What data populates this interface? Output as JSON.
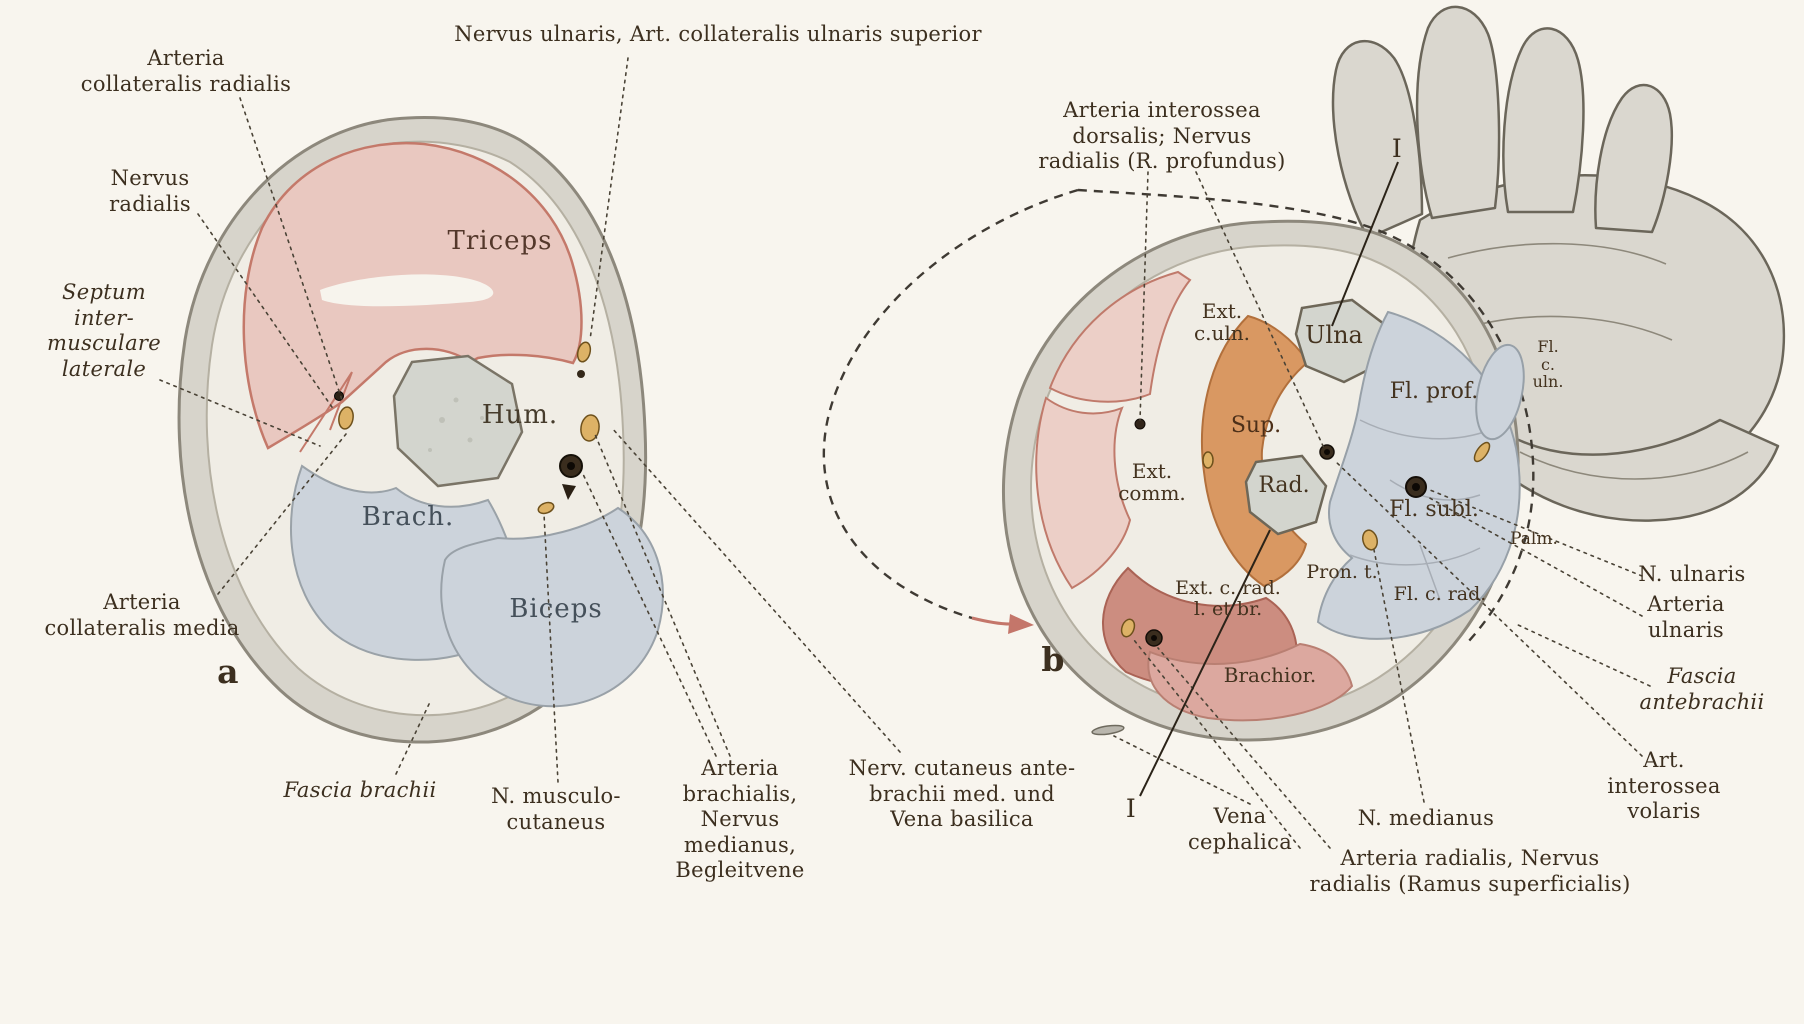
{
  "palette": {
    "paper": "#f8f5ee",
    "ring": "#d7d4cb",
    "inner": "#f0ede5",
    "triceps_pink": "#e9c8c0",
    "pink_outline": "#c4796a",
    "bone_gray": "#d3d5ce",
    "bone_outline": "#6e6758",
    "flexor_blue": "#ccd3db",
    "flexor_outline": "#97a0a8",
    "extensor_pink": "#eccfc7",
    "supinator_orange": "#d99862",
    "supinator_outline": "#b2703c",
    "deep_red": "#cc8d80",
    "brachioradialis_red": "#dca89f",
    "nerve_yellow": "#ddb266",
    "nerve_outline": "#6e511c",
    "artery_dark": "#3a2d1e",
    "hand_gray": "#dad7cf",
    "hand_outline": "#6b665a",
    "ink": "#3c2f1f"
  },
  "labels": {
    "art_coll_radialis": "Arteria\ncollateralis radialis",
    "nervus_ulnaris_top": "Nervus ulnaris, Art. collateralis ulnaris superior",
    "nervus_radialis": "Nervus\nradialis",
    "septum": "Septum\ninter-\nmusculare\nlaterale",
    "art_coll_media": "Arteria\ncollateralis media",
    "letter_a": "a",
    "fascia_brachii": "Fascia brachii",
    "n_musculocutaneus": "N. musculo-\ncutaneus",
    "art_brachialis": "Arteria\nbrachialis,\nNervus\nmedianus,\nBegleitvene",
    "nerv_cutaneus": "Nerv. cutaneus ante-\nbrachii med. und\nVena basilica",
    "art_interossea_dorsalis": "Arteria interossea\ndorsalis; Nervus\nradialis (R. profundus)",
    "numeral_I_top": "I",
    "letter_b": "b",
    "numeral_I_bottom": "I",
    "vena_cephalica": "Vena\ncephalica",
    "n_medianus": "N. medianus",
    "arteria_radialis_line": "Arteria radialis, Nervus radialis (Ramus superficialis)",
    "n_ulnaris": "N. ulnaris",
    "arteria_ulnaris": "Arteria\nulnaris",
    "fascia_antebrachii": "Fascia\nantebrachii",
    "art_interossea_volaris": "Art. interossea volaris"
  },
  "section_a": {
    "triceps": "Triceps",
    "hum": "Hum.",
    "brach": "Brach.",
    "biceps": "Biceps"
  },
  "section_b": {
    "ext_c_uln": "Ext.\nc.uln.",
    "ulna": "Ulna",
    "fl_prof": "Fl. prof.",
    "fl_c_uln": "Fl.\nc.\nuln.",
    "sup": "Sup.",
    "ext_comm": "Ext.\ncomm.",
    "rad": "Rad.",
    "fl_subl": "Fl. subl.",
    "palm": "Palm.",
    "pron_t": "Pron. t.",
    "fl_c_rad": "Fl. c. rad.",
    "ext_c_rad": "Ext. c. rad.\nl. et br.",
    "brachior": "Brachior."
  }
}
